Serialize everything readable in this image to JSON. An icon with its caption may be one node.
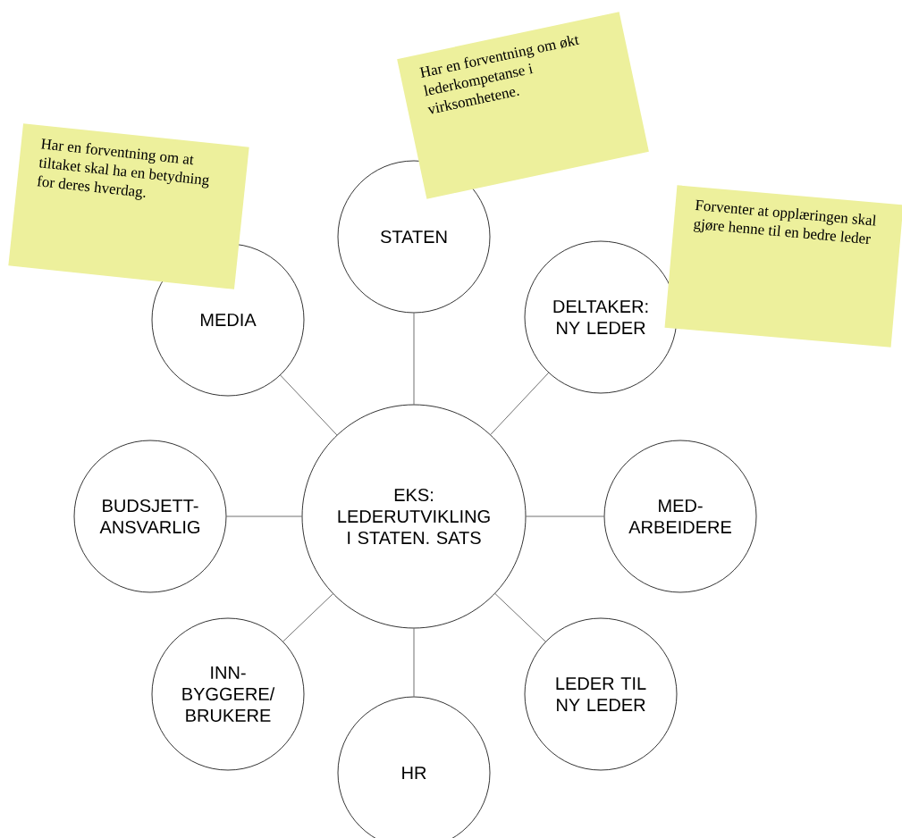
{
  "diagram": {
    "nodes": [
      {
        "text": [
          "Har en forventning om økt lederkompetanse i virksomhetene."
        ]
      },
      {
        "text": [
          "Har en forventning om at tiltaket skal ha en betydning for deres hverdag."
        ]
      },
      {
        "text": [
          "STATEN"
        ]
      },
      {
        "text": [
          "Forventer at opplæringen skal gjøre henne til en bedre leder"
        ]
      },
      {
        "text": [
          "MEDIA"
        ]
      },
      {
        "text": [
          "DELTAKER: NY LEDER"
        ]
      },
      {
        "text": [
          "EKS: LEDERUTVIKLING I STATEN. SATS"
        ]
      },
      {
        "text": [
          "BUDSJETT-ANSVARLIG"
        ]
      },
      {
        "text": [
          "MED-ARBEIDERE"
        ]
      },
      {
        "text": [
          "INN-BYGGERE/ BRUKERE"
        ]
      },
      {
        "text": [
          "LEDER TIL NY LEDER"
        ]
      },
      {
        "text": [
          "HR"
        ]
      }
    ],
    "edges": [
      {
        "from": 6,
        "to": 2,
        "arrow": "none"
      },
      {
        "from": 6,
        "to": 5,
        "arrow": "none"
      },
      {
        "from": 6,
        "to": 8,
        "arrow": "none"
      },
      {
        "from": 6,
        "to": 10,
        "arrow": "none"
      },
      {
        "from": 6,
        "to": 11,
        "arrow": "none"
      },
      {
        "from": 6,
        "to": 9,
        "arrow": "none"
      },
      {
        "from": 6,
        "to": 7,
        "arrow": "none"
      },
      {
        "from": 6,
        "to": 4,
        "arrow": "none"
      }
    ]
  }
}
